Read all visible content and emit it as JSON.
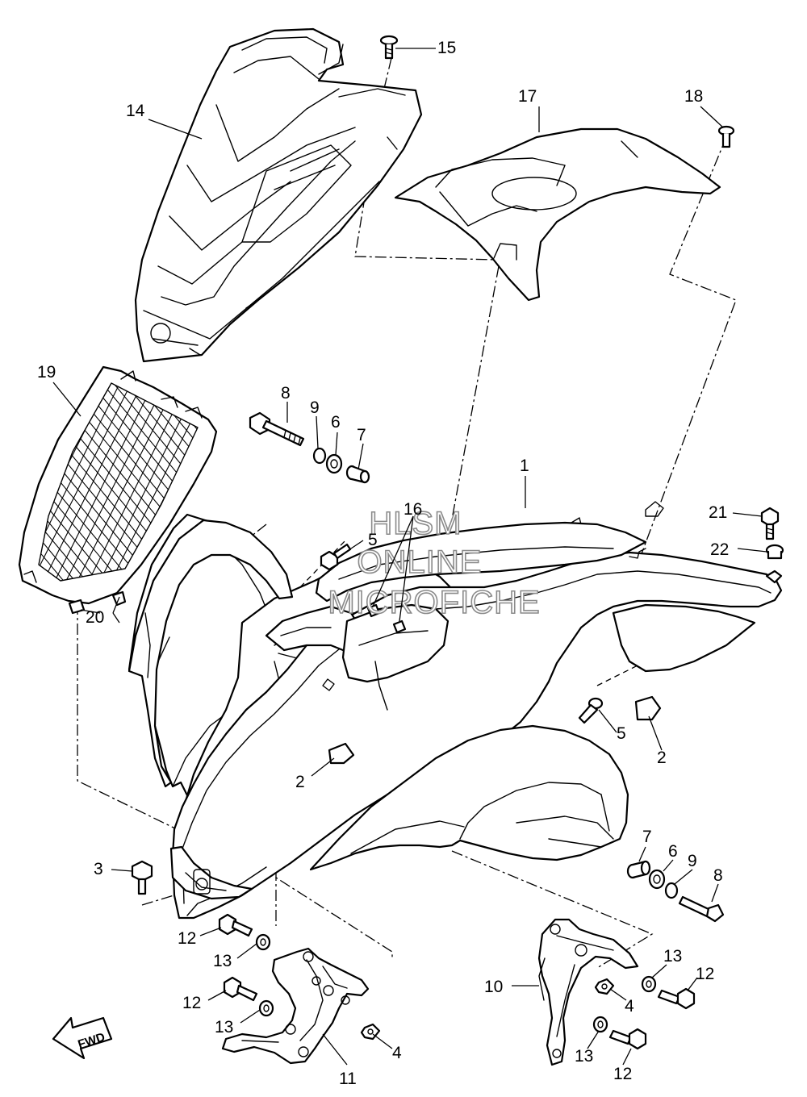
{
  "callouts": [
    "15",
    "14",
    "17",
    "18",
    "19",
    "8",
    "9",
    "6",
    "7",
    "1",
    "16",
    "5",
    "21",
    "22",
    "20",
    "5",
    "2",
    "2",
    "7",
    "6",
    "9",
    "8",
    "3",
    "12",
    "13",
    "12",
    "13",
    "4",
    "11",
    "10",
    "13",
    "12",
    "4",
    "13",
    "12"
  ],
  "watermark": {
    "line1": "HLSM",
    "line2": "ONLINE",
    "line3": "MICROFICHE"
  },
  "direction_arrow": {
    "label": "FWD",
    "icon": "fwd-arrow-icon"
  }
}
